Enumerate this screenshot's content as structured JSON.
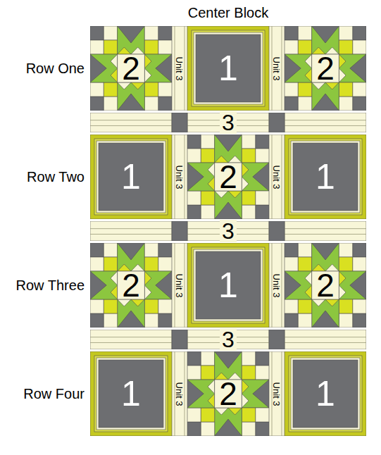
{
  "diagram": {
    "title": "Center Block",
    "nodes": [
      {
        "text": [
          "2"
        ]
      },
      {
        "text": [
          "Unit 3"
        ]
      },
      {
        "text": [
          "1"
        ]
      },
      {
        "text": [
          "Unit 3"
        ]
      },
      {
        "text": [
          "2"
        ]
      },
      {
        "text": [
          "3"
        ]
      },
      {
        "text": [
          "1"
        ]
      },
      {
        "text": [
          "Unit 3"
        ]
      },
      {
        "text": [
          "2"
        ]
      },
      {
        "text": [
          "Unit 3"
        ]
      },
      {
        "text": [
          "1"
        ]
      },
      {
        "text": [
          "3"
        ]
      },
      {
        "text": [
          "2"
        ]
      },
      {
        "text": [
          "Unit 3"
        ]
      },
      {
        "text": [
          "1"
        ]
      },
      {
        "text": [
          "Unit 3"
        ]
      },
      {
        "text": [
          "2"
        ]
      },
      {
        "text": [
          "3"
        ]
      },
      {
        "text": [
          "1"
        ]
      },
      {
        "text": [
          "Unit 3"
        ]
      },
      {
        "text": [
          "2"
        ]
      },
      {
        "text": [
          "Unit 3"
        ]
      },
      {
        "text": [
          "1"
        ]
      }
    ],
    "labels": [
      "Row One",
      "Row Two",
      "Row Three",
      "Row Four"
    ]
  }
}
